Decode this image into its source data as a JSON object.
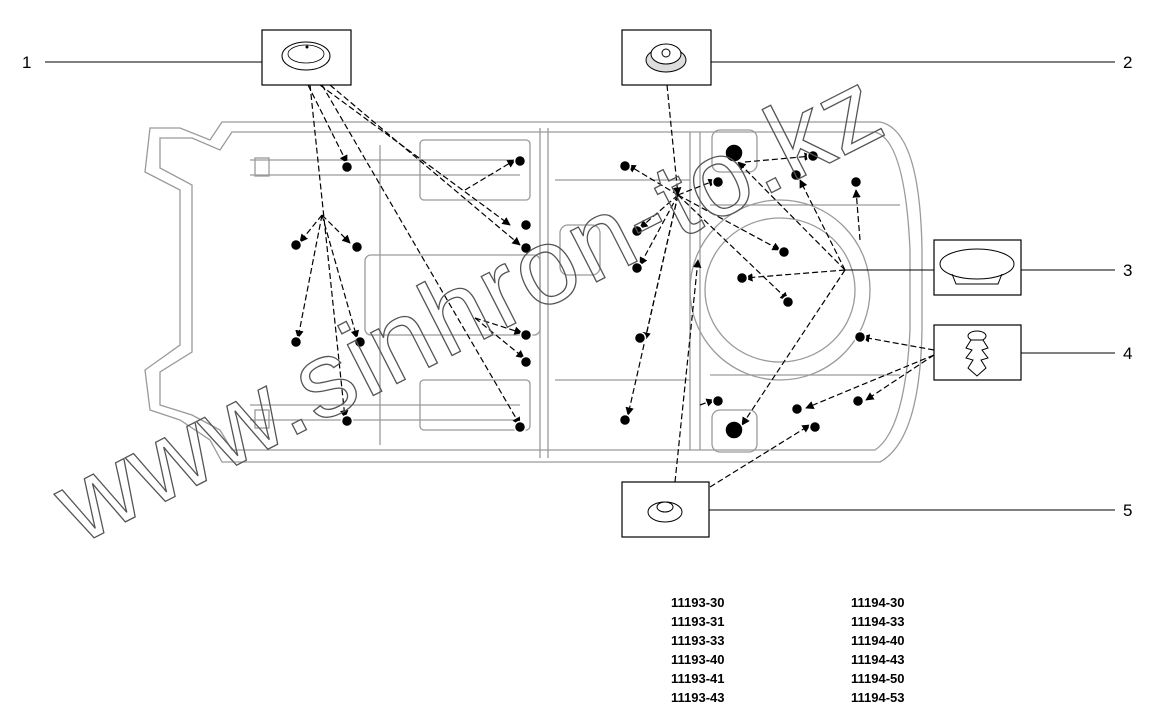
{
  "callouts": [
    "1",
    "2",
    "3",
    "4",
    "5"
  ],
  "watermark": "www.sinhron-to.kz",
  "part_codes": {
    "left": [
      "11193-30",
      "11193-31",
      "11193-33",
      "11193-40",
      "11193-41",
      "11193-43"
    ],
    "right": [
      "11194-30",
      "11194-33",
      "11194-40",
      "11194-43",
      "11194-50",
      "11194-53"
    ]
  },
  "colors": {
    "line": "#000000",
    "body_outline": "#9a9a9a",
    "dot": "#000000",
    "watermark": "#555555"
  },
  "icons": [
    "round-plug-icon",
    "toothed-plug-icon",
    "mushroom-plug-icon",
    "push-rivet-icon",
    "grommet-plug-icon"
  ]
}
